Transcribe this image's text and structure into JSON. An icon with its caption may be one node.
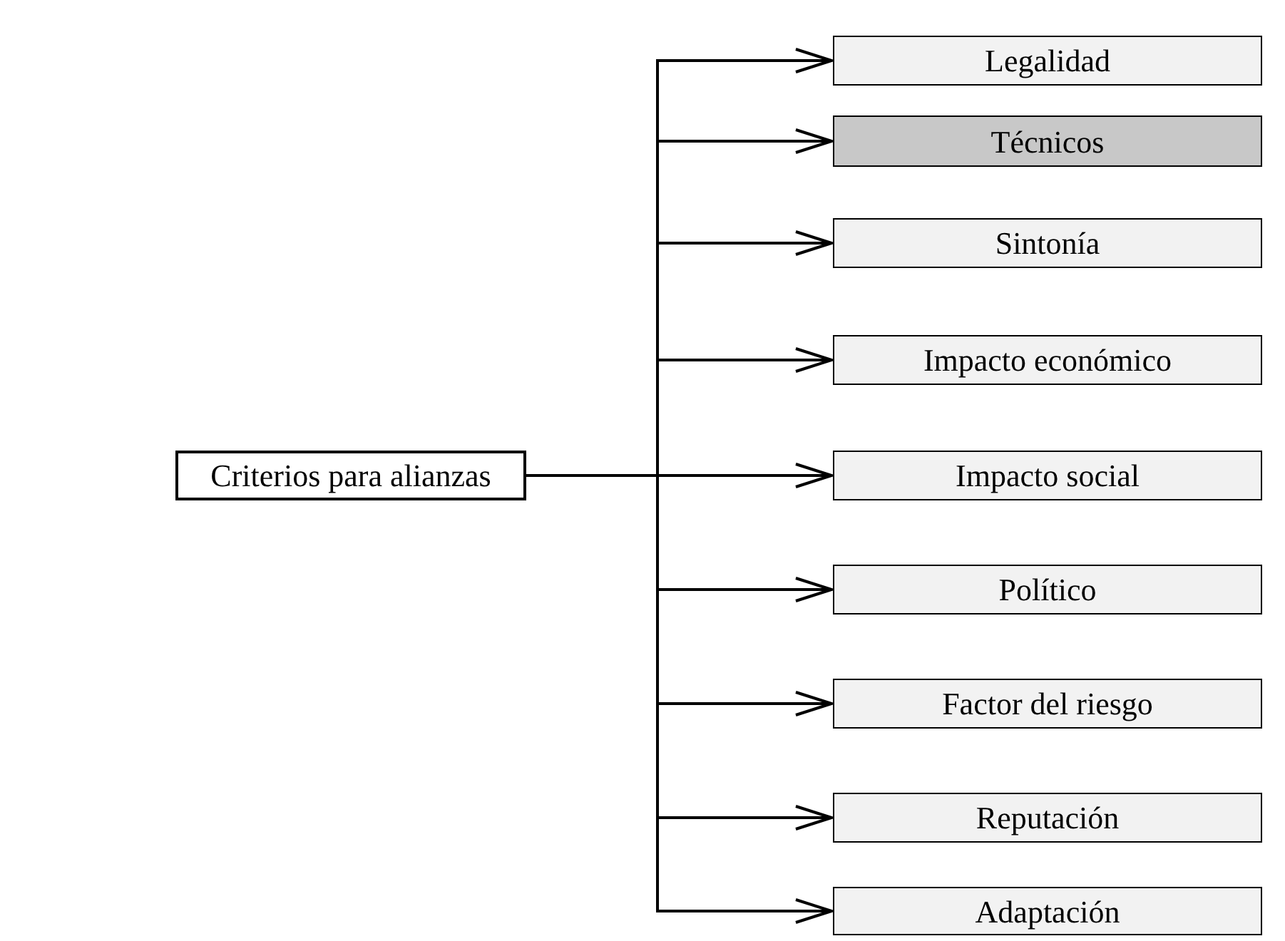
{
  "diagram": {
    "nodes": [
      {
        "text": [
          "Criterios para alianzas"
        ]
      },
      {
        "text": [
          "Legalidad"
        ]
      },
      {
        "text": [
          "Técnicos"
        ]
      },
      {
        "text": [
          "Sintonía"
        ]
      },
      {
        "text": [
          "Impacto económico"
        ]
      },
      {
        "text": [
          "Impacto social"
        ]
      },
      {
        "text": [
          "Político"
        ]
      },
      {
        "text": [
          "Factor del riesgo"
        ]
      },
      {
        "text": [
          "Reputación"
        ]
      },
      {
        "text": [
          "Adaptación"
        ]
      }
    ],
    "edges": [
      {
        "from": 0,
        "to": 1,
        "arrow": "to"
      },
      {
        "from": 0,
        "to": 2,
        "arrow": "to"
      },
      {
        "from": 0,
        "to": 3,
        "arrow": "to"
      },
      {
        "from": 0,
        "to": 4,
        "arrow": "to"
      },
      {
        "from": 0,
        "to": 5,
        "arrow": "to"
      },
      {
        "from": 0,
        "to": 6,
        "arrow": "to"
      },
      {
        "from": 0,
        "to": 7,
        "arrow": "to"
      },
      {
        "from": 0,
        "to": 8,
        "arrow": "to"
      },
      {
        "from": 0,
        "to": 9,
        "arrow": "to"
      }
    ]
  }
}
